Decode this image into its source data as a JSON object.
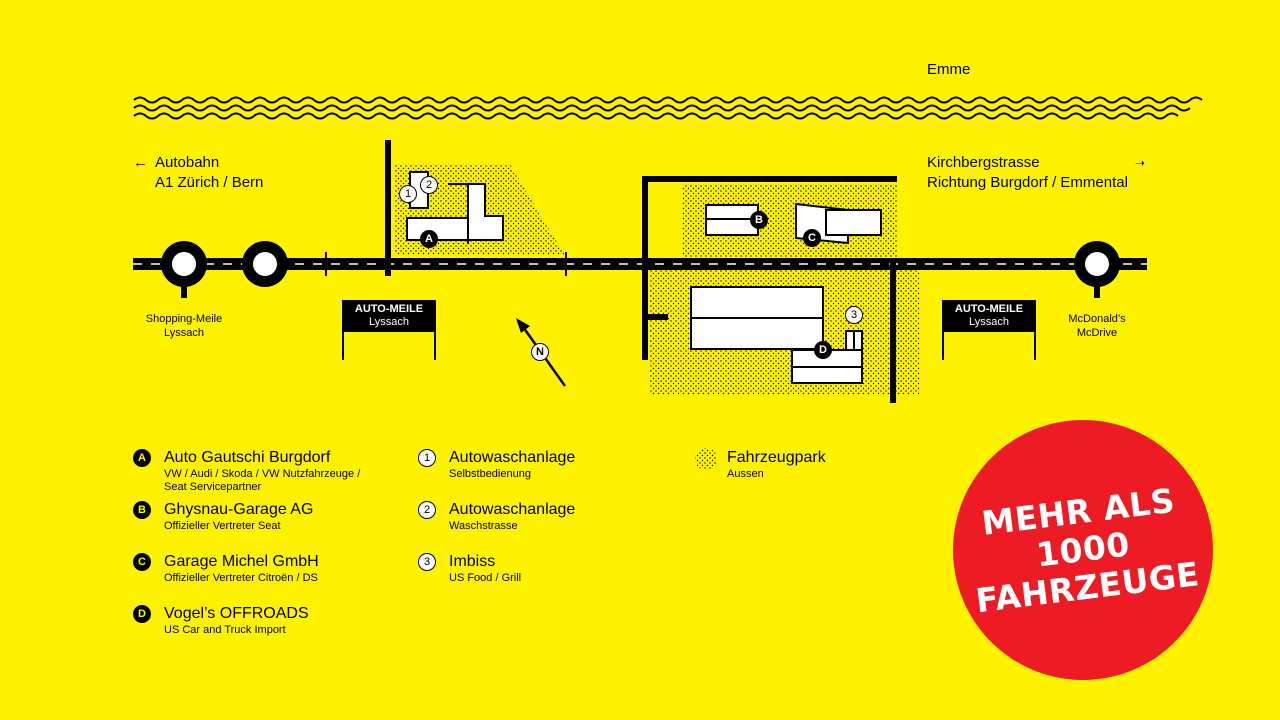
{
  "colors": {
    "background": "#FFF200",
    "promo": "#ED1C24",
    "ink": "#000000"
  },
  "map": {
    "river_label": "Emme",
    "left_direction": {
      "arrow": "←",
      "line1": "Autobahn",
      "line2": "A1 Zürich / Bern"
    },
    "right_direction": {
      "arrow": "➝",
      "line1": "Kirchbergstrasse",
      "line2": "Richtung Burgdorf / Emmental"
    },
    "roundabout_labels": {
      "shopping": {
        "line1": "Shopping-Meile",
        "line2": "Lyssach"
      },
      "mcdonalds": {
        "line1": "McDonald’s",
        "line2": "McDrive"
      }
    },
    "signs": [
      {
        "title": "AUTO-MEILE",
        "sub": "Lyssach"
      },
      {
        "title": "AUTO-MEILE",
        "sub": "Lyssach"
      }
    ],
    "north_marker": "N",
    "markers": {
      "a": "A",
      "b": "B",
      "c": "C",
      "d": "D",
      "n1": "1",
      "n2": "2",
      "n3": "3"
    }
  },
  "legend": {
    "dealers": [
      {
        "badge": "A",
        "title": "Auto Gautschi Burgdorf",
        "sub1": "VW / Audi / Skoda / VW Nutzfahrzeuge /",
        "sub2": "Seat Servicepartner"
      },
      {
        "badge": "B",
        "title": "Ghysnau-Garage AG",
        "sub1": "Offizieller Vertreter Seat"
      },
      {
        "badge": "C",
        "title": "Garage Michel GmbH",
        "sub1": "Offizieller Vertreter Citroën / DS"
      },
      {
        "badge": "D",
        "title": "Vogel’s OFFROADS",
        "sub1": "US Car and Truck Import"
      }
    ],
    "services": [
      {
        "badge": "1",
        "title": "Autowaschanlage",
        "sub1": "Selbstbedienung"
      },
      {
        "badge": "2",
        "title": "Autowaschanlage",
        "sub1": "Waschstrasse"
      },
      {
        "badge": "3",
        "title": "Imbiss",
        "sub1": "US Food / Grill"
      }
    ],
    "area": {
      "title": "Fahrzeugpark",
      "sub1": "Aussen"
    }
  },
  "promo": {
    "text": "MEHR ALS 1000 FAHRZEUGE"
  }
}
